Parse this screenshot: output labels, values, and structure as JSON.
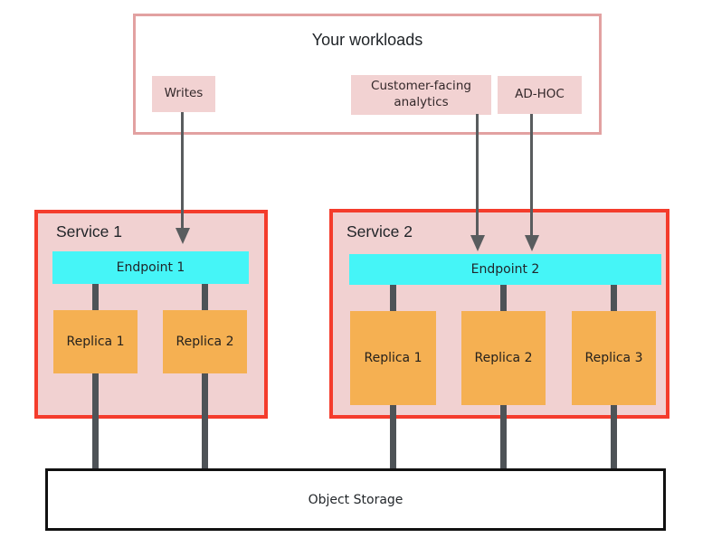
{
  "palette": {
    "workloads_border": "#e2a1a1",
    "pink_box_fill": "#f2d2d2",
    "service_border": "#f43c2c",
    "service_fill": "#f1d1d1",
    "endpoint_fill": "#45f5f7",
    "replica_fill": "#f5b052",
    "connector_gray": "#4e5357",
    "arrow_gray": "#595c5e",
    "storage_border": "#111111",
    "text_dark": "#26282b"
  },
  "workloads": {
    "title": "Your workloads",
    "items": [
      {
        "label": "Writes"
      },
      {
        "label": "Customer-facing analytics"
      },
      {
        "label": "AD-HOC"
      }
    ]
  },
  "services": [
    {
      "title": "Service 1",
      "endpoint": "Endpoint 1",
      "replicas": [
        "Replica 1",
        "Replica 2"
      ]
    },
    {
      "title": "Service 2",
      "endpoint": "Endpoint 2",
      "replicas": [
        "Replica 1",
        "Replica 2",
        "Replica 3"
      ]
    }
  ],
  "storage": {
    "label": "Object Storage"
  }
}
